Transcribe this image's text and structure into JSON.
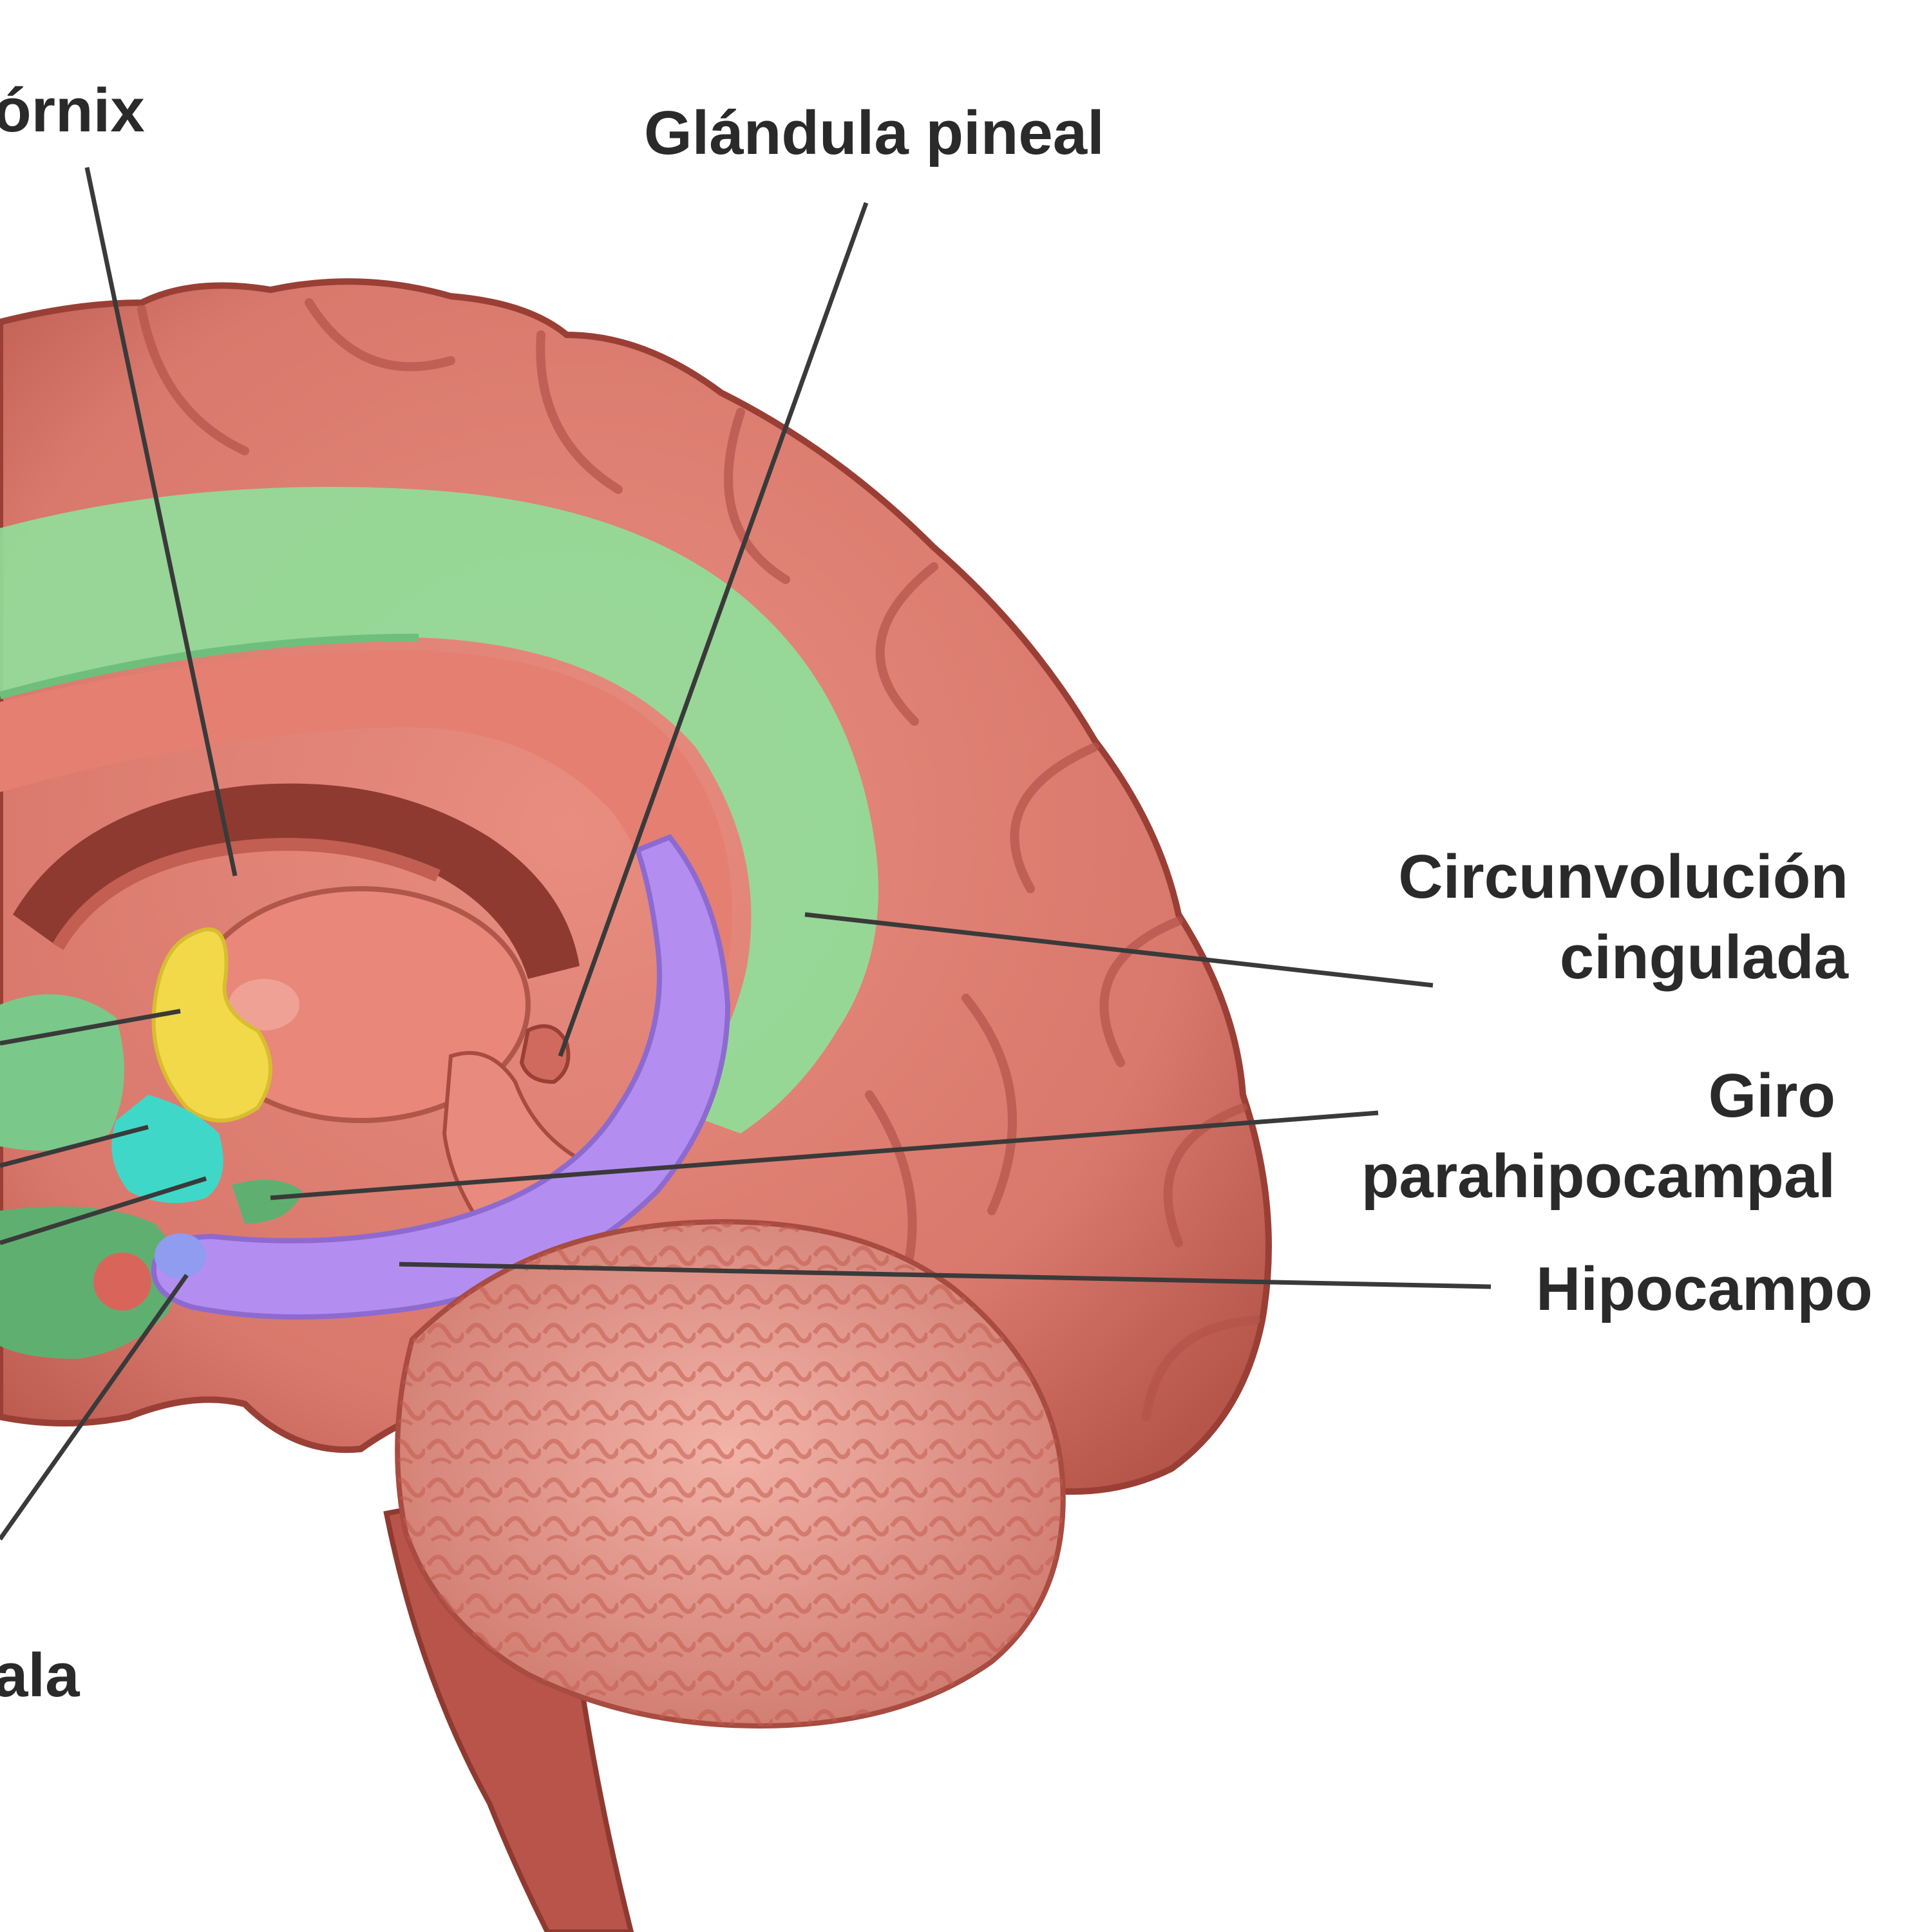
{
  "labels": {
    "fornix": "órnix",
    "pineal": "Glándula pineal",
    "cingulate": [
      "Circunvolución",
      "cingulada"
    ],
    "parahippocampal": [
      "Giro",
      "parahipocampal"
    ],
    "hippocampus": "Hipocampo",
    "amygdala": "ala"
  },
  "colors": {
    "cortex": "#d9786c",
    "cortex_dark": "#a9443a",
    "cingulate": "#8fe09a",
    "hippocampus": "#b38ef0",
    "thalamus_yellow": "#f2d94a",
    "cyan": "#3fd8c8",
    "leader_line": "#3a3a3a"
  }
}
